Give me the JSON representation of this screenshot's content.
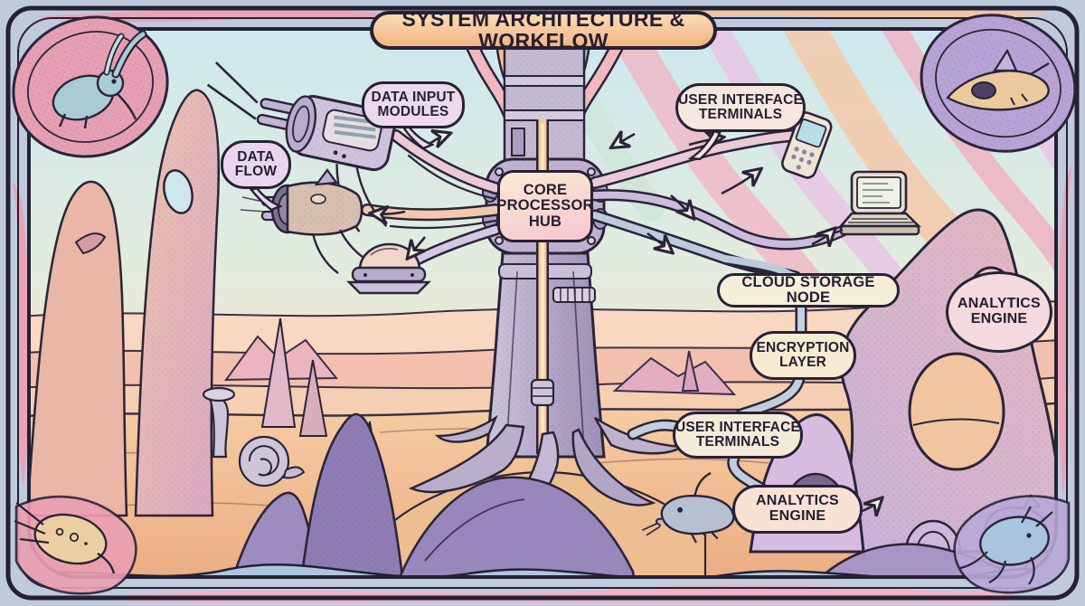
{
  "title": "SYSTEM ARCHITECTURE & WORKFLOW",
  "nodes": {
    "core_hub": {
      "label": "CORE\nPROCESSOR\nHUB"
    },
    "data_input_modules": {
      "label": "DATA INPUT\nMODULES"
    },
    "data_flow": {
      "label": "DATA\nFLOW"
    },
    "user_interface_terminals_top": {
      "label": "USER INTERFACE\nTERMINALS"
    },
    "cloud_storage_node": {
      "label": "CLOUD STORAGE NODE"
    },
    "encryption_layer": {
      "label": "ENCRYPTION\nLAYER"
    },
    "analytics_engine_right": {
      "label": "ANALYTICS\nENGINE"
    },
    "user_interface_terminals_bottom": {
      "label": "USER INTERFACE\nTERMINALS"
    },
    "analytics_engine_bottom": {
      "label": "ANALYTICS\nENGINE"
    }
  },
  "devices": {
    "antenna_input_module": "antenna input module",
    "turbine_data_module": "turbine data module",
    "dome_pod_module": "dome pod module",
    "handheld_terminal": "handheld terminal",
    "laptop_terminal": "laptop terminal",
    "mouse_drone": "mouse drone"
  },
  "decorations": {
    "corner_creatures": [
      "alien-hare",
      "skull-ship",
      "sand-shrimp",
      "blue-squid"
    ],
    "scene": "surreal desert with rock spires, arches and purple dunes"
  },
  "colors": {
    "outline": "#272134",
    "banner_fill": "#f6c79c",
    "bubble_cream": "#f6edd9",
    "bubble_lavender": "#ecd9ec",
    "bubble_pink": "#f4d9de",
    "sky_top": "#cde8ee",
    "cloud_band_pink": "#f2b6c6",
    "sand": "#f2c79e",
    "dune_purple": "#8e7cb4",
    "rock_lavender": "#c8b2d8",
    "frame_blue": "#bfcbdd"
  }
}
